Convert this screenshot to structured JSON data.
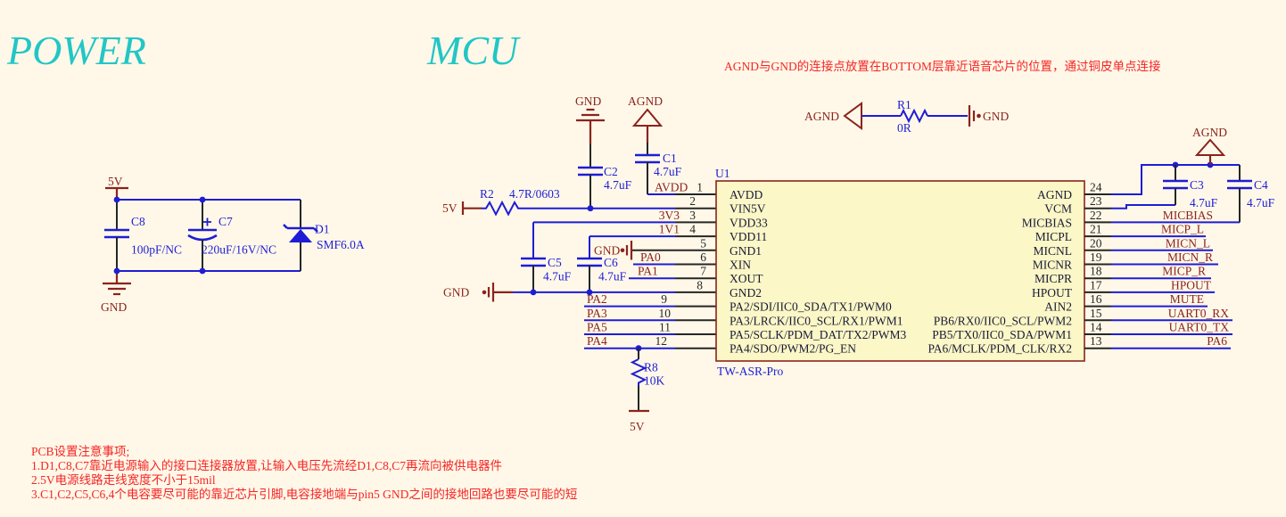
{
  "colors": {
    "blue": "#1D1DD6",
    "dark_red": "#8B231D",
    "teal": "#22C6C6",
    "red_note": "#F52525",
    "chip_fill": "#FBF7C6",
    "background": "#FFF8E8"
  },
  "titles": {
    "power": "POWER",
    "mcu": "MCU"
  },
  "annotation_top": "AGND与GND的连接点放置在BOTTOM层靠近语音芯片的位置，通过铜皮单点连接",
  "pcb_notes": {
    "line0": "PCB设置注意事项;",
    "line1": "1.D1,C8,C7靠近电源输入的接口连接器放置,让输入电压先流经D1,C8,C7再流向被供电器件",
    "line2": "2.5V电源线路走线宽度不小于15mil",
    "line3": "3.C1,C2,C5,C6,4个电容要尽可能的靠近芯片引脚,电容接地端与pin5 GND之间的接地回路也要尽可能的短"
  },
  "ports": {
    "v5": "5V",
    "gnd": "GND",
    "agnd": "AGND"
  },
  "components": {
    "c8": {
      "ref": "C8",
      "val": "100pF/NC"
    },
    "c7": {
      "ref": "C7",
      "val": "220uF/16V/NC"
    },
    "d1": {
      "ref": "D1",
      "val": "SMF6.0A"
    },
    "r1": {
      "ref": "R1",
      "val": "0R"
    },
    "r2": {
      "ref": "R2",
      "val": "4.7R/0603"
    },
    "r8": {
      "ref": "R8",
      "val": "10K"
    },
    "c1": {
      "ref": "C1",
      "val": "4.7uF"
    },
    "c2": {
      "ref": "C2",
      "val": "4.7uF"
    },
    "c3": {
      "ref": "C3",
      "val": "4.7uF"
    },
    "c4": {
      "ref": "C4",
      "val": "4.7uF"
    },
    "c5": {
      "ref": "C5",
      "val": "4.7uF"
    },
    "c6": {
      "ref": "C6",
      "val": "4.7uF"
    },
    "u1": {
      "ref": "U1",
      "val": "TW-ASR-Pro"
    }
  },
  "u1": {
    "left_pins": [
      {
        "num": "1",
        "name": "AVDD",
        "net": "AVDD"
      },
      {
        "num": "2",
        "name": "VIN5V"
      },
      {
        "num": "3",
        "name": "VDD33",
        "net": "3V3"
      },
      {
        "num": "4",
        "name": "VDD11",
        "net": "1V1"
      },
      {
        "num": "5",
        "name": "GND1"
      },
      {
        "num": "6",
        "name": "XIN",
        "net": "PA0"
      },
      {
        "num": "7",
        "name": "XOUT",
        "net": "PA1"
      },
      {
        "num": "8",
        "name": "GND2"
      },
      {
        "num": "9",
        "name": "PA2/SDI/IIC0_SDA/TX1/PWM0",
        "net": "PA2"
      },
      {
        "num": "10",
        "name": "PA3/LRCK/IIC0_SCL/RX1/PWM1",
        "net": "PA3"
      },
      {
        "num": "11",
        "name": "PA5/SCLK/PDM_DAT/TX2/PWM3",
        "net": "PA5"
      },
      {
        "num": "12",
        "name": "PA4/SDO/PWM2/PG_EN",
        "net": "PA4"
      }
    ],
    "right_pins": [
      {
        "num": "24",
        "name": "AGND"
      },
      {
        "num": "23",
        "name": "VCM"
      },
      {
        "num": "22",
        "name": "MICBIAS",
        "net": "MICBIAS"
      },
      {
        "num": "21",
        "name": "MICPL",
        "net": "MICP_L"
      },
      {
        "num": "20",
        "name": "MICNL",
        "net": "MICN_L"
      },
      {
        "num": "19",
        "name": "MICNR",
        "net": "MICN_R"
      },
      {
        "num": "18",
        "name": "MICPR",
        "net": "MICP_R"
      },
      {
        "num": "17",
        "name": "HPOUT",
        "net": "HPOUT"
      },
      {
        "num": "16",
        "name": "AIN2",
        "net": "MUTE"
      },
      {
        "num": "15",
        "name": "PB6/RX0/IIC0_SCL/PWM2",
        "net": "UART0_RX"
      },
      {
        "num": "14",
        "name": "PB5/TX0/IIC0_SDA/PWM1",
        "net": "UART0_TX"
      },
      {
        "num": "13",
        "name": "PA6/MCLK/PDM_CLK/RX2",
        "net": "PA6"
      }
    ]
  }
}
